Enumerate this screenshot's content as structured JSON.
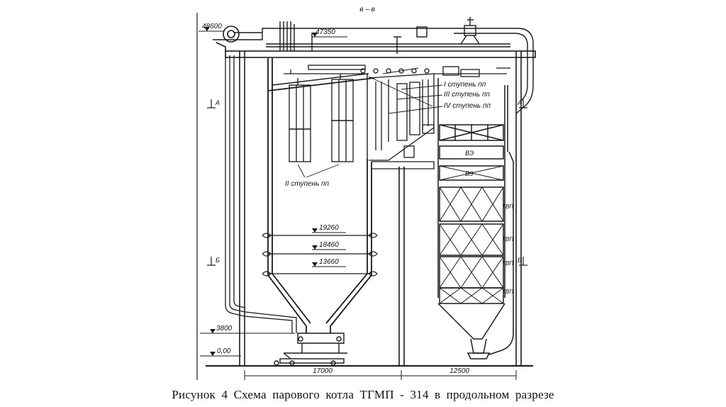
{
  "caption": "Рисунок 4   Схема парового котла ТГМП - 314 в продольном разрезе",
  "section_label": "в – в",
  "elevations": {
    "e48600": "48600",
    "e47350": "47350",
    "e19260": "19260",
    "e18460": "18460",
    "e13660": "13660",
    "e3800": "3800",
    "e000": "0,00"
  },
  "dimensions": {
    "left_width": "17000",
    "right_width": "12500"
  },
  "section_markers": {
    "a_left": "А",
    "a_right": "А",
    "b_left": "Б",
    "b_right": "Б"
  },
  "stage_labels": {
    "stage1": "I ступень пп",
    "stage2": "II ступень пп",
    "stage3": "III ступень пп",
    "stage4": "IV ступень пп"
  },
  "block_labels": {
    "ve_top": "ВЭ",
    "ve_bottom": "ВЗ",
    "tvp1": "ТВП",
    "tvp2": "ТВП",
    "tvp3": "ТВП",
    "tvp4": "ТВП"
  }
}
